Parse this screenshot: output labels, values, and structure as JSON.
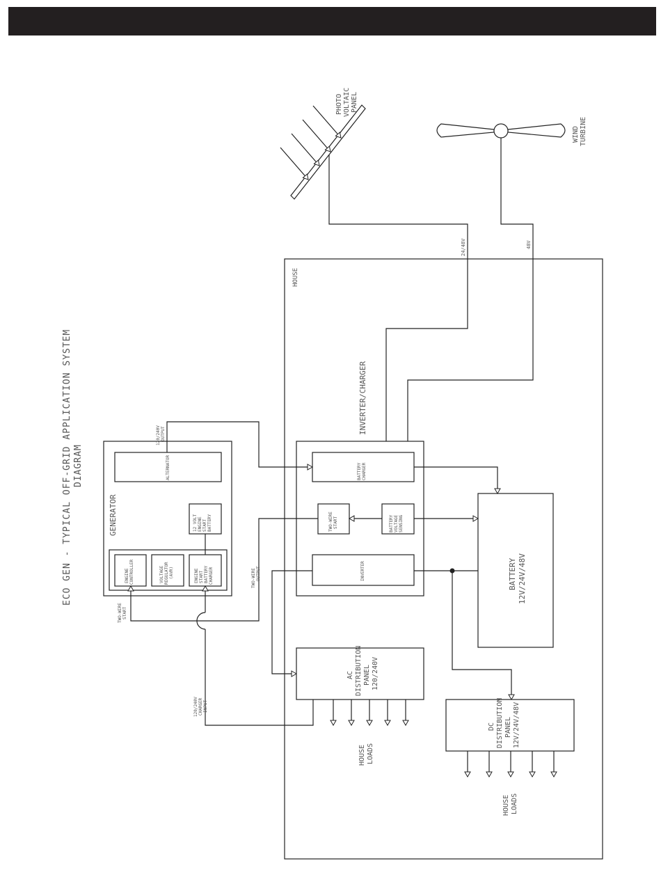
{
  "diagram": {
    "title_line1": "ECO GEN - TYPICAL OFF-GRID APPLICATION SYSTEM",
    "title_line2": "DIAGRAM",
    "photovoltaic_label_1": "PHOTO",
    "photovoltaic_label_2": "VOLTAIC",
    "photovoltaic_label_3": "PANEL",
    "wind_label_1": "WIND",
    "wind_label_2": "TURBINE",
    "pv_voltage": "24/48V",
    "wind_voltage": "48V",
    "house_label": "HOUSE",
    "inverter_charger_label": "INVERTER/CHARGER",
    "battery_charger_1": "BATTERY",
    "battery_charger_2": "CHARGER",
    "two_wire_start_1": "TWO-WIRE",
    "two_wire_start_2": "START",
    "battery_sensing_1": "BATTERY",
    "battery_sensing_2": "VOLTAGE",
    "battery_sensing_3": "SENSING",
    "inverter": "INVERTER",
    "battery_1": "BATTERY",
    "battery_2": "12V/24V/48V",
    "generator_label": "GENERATOR",
    "alternator": "ALTERNATOR",
    "gen_output_1": "120/240V",
    "gen_output_2": "OUTPUT",
    "start_battery_1": "12 VOLT",
    "start_battery_2": "ENGINE",
    "start_battery_3": "START",
    "start_battery_4": "BATTERY",
    "engine_controller_1": "ENGINE",
    "engine_controller_2": "CONTROLLER",
    "voltage_regulator_1": "VOLTAGE",
    "voltage_regulator_2": "REGULATOR",
    "voltage_regulator_3": "(AVR)",
    "engine_charger_1": "ENGINE",
    "engine_charger_2": "START",
    "engine_charger_3": "BATTERY",
    "engine_charger_4": "CHARGER",
    "two_wire_output_1": "TWO-WIRE",
    "two_wire_output_2": "OUTPUT",
    "two_wire_start_gen_1": "TWO-WIRE",
    "two_wire_start_gen_2": "START",
    "charger_input_1": "120/240V",
    "charger_input_2": "CHARGER",
    "charger_input_3": "INPUT",
    "ac_panel_1": "AC",
    "ac_panel_2": "DISTRIBUTION",
    "ac_panel_3": "PANEL",
    "ac_panel_4": "120/240V",
    "dc_panel_1": "DC",
    "dc_panel_2": "DISTRIBUTION",
    "dc_panel_3": "PANEL",
    "dc_panel_4": "12V/24V/48V",
    "house_loads_ac_1": "HOUSE",
    "house_loads_ac_2": "LOADS",
    "house_loads_dc_1": "HOUSE",
    "house_loads_dc_2": "LOADS"
  }
}
